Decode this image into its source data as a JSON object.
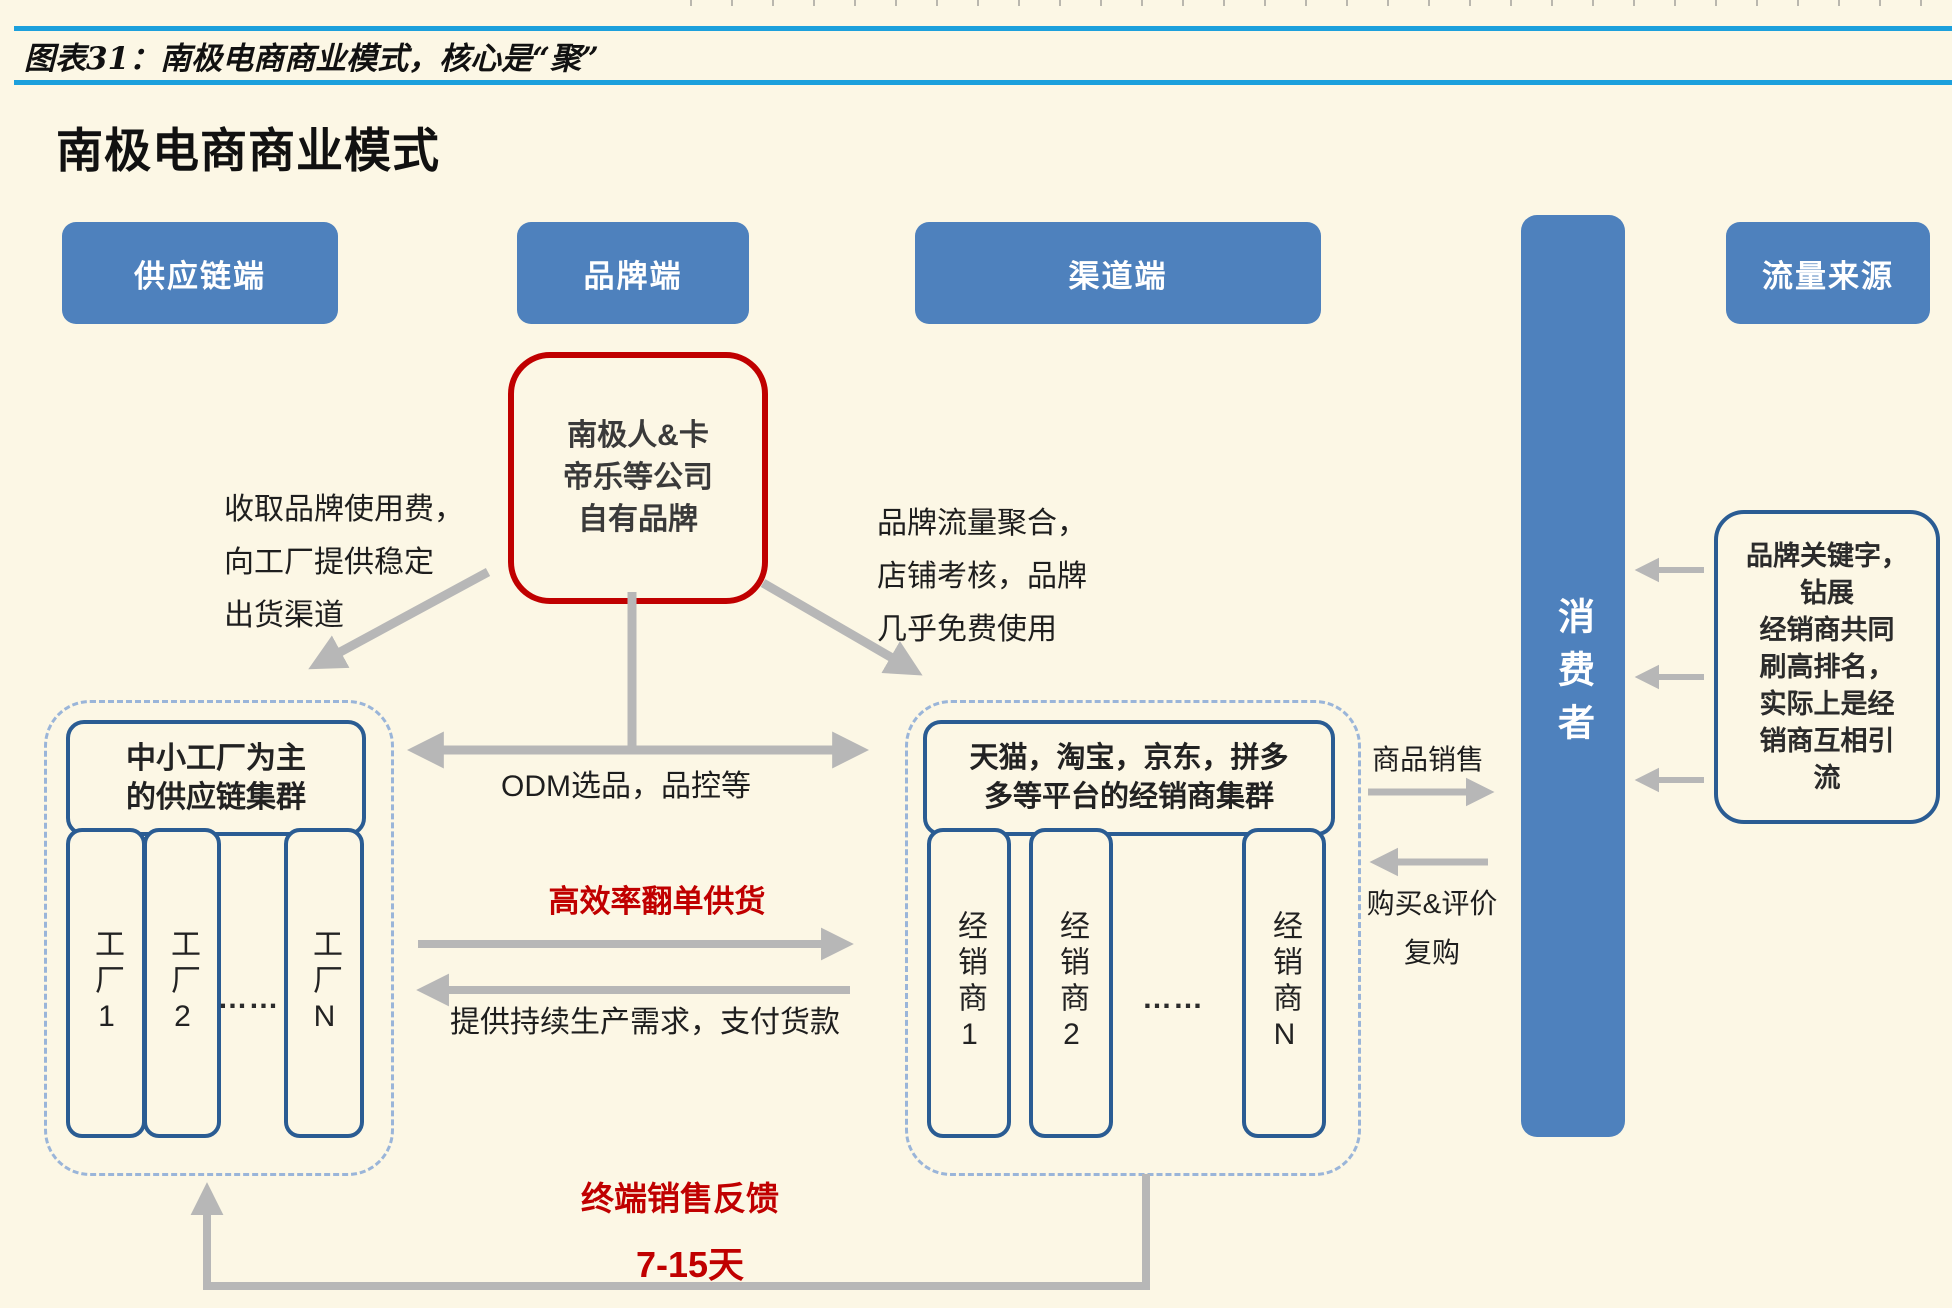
{
  "caption": {
    "text": "图表31：南极电商商业模式，核心是“聚”"
  },
  "title": "南极电商商业模式",
  "headers": {
    "supply": "供应链端",
    "brand": "品牌端",
    "channel": "渠道端",
    "traffic": "流量来源"
  },
  "brand_box": "南极人&卡\n帝乐等公司\n自有品牌",
  "supply_group": {
    "header": "中小工厂为主\n的供应链集群",
    "items": [
      "工厂1",
      "工厂2",
      "工厂N"
    ],
    "dots": "……"
  },
  "channel_group": {
    "header": "天猫，淘宝，京东，拼多\n多等平台的经销商集群",
    "items": [
      "经销商1",
      "经销商2",
      "经销商N"
    ],
    "dots": "……"
  },
  "consumer": "消费者",
  "traffic_box": "品牌关键字，\n钻展\n经销商共同\n刷高排名，\n实际上是经\n销商互相引\n流",
  "labels": {
    "collect_fee": "收取品牌使用费，\n向工厂提供稳定\n出货渠道",
    "brand_traffic": "品牌流量聚合，\n店铺考核，品牌\n几乎免费使用",
    "odm": "ODM选品，品控等",
    "efficient_supply": "高效率翻单供货",
    "continuous_demand": "提供持续生产需求，支付货款",
    "goods_sales": "商品销售",
    "purchase_review": "购买&评价",
    "repurchase": "复购",
    "terminal_feedback": "终端销售反馈",
    "feedback_days": "7-15天"
  },
  "colors": {
    "bg": "#FCF7E5",
    "blue": "#4E81BD",
    "darkblue": "#2A5C93",
    "dash": "#9AB5D9",
    "red": "#C00000",
    "gray": "#B7B7B7",
    "capline": "#1CA0DC",
    "ink": "#1E1E1E"
  }
}
